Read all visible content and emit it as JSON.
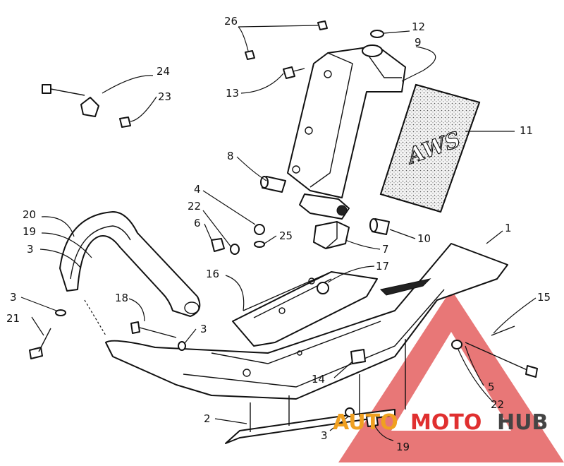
{
  "callouts": {
    "n1": "1",
    "n2": "2",
    "n3a": "3",
    "n3b": "3",
    "n3c": "3",
    "n3d": "3",
    "n4": "4",
    "n5": "5",
    "n6": "6",
    "n7": "7",
    "n8": "8",
    "n9": "9",
    "n10": "10",
    "n11": "11",
    "n12": "12",
    "n13": "13",
    "n14": "14",
    "n15": "15",
    "n16": "16",
    "n17": "17",
    "n18": "18",
    "n19a": "19",
    "n19b": "19",
    "n20": "20",
    "n21": "21",
    "n22a": "22",
    "n22b": "22",
    "n23": "23",
    "n24": "24",
    "n25": "25",
    "n26": "26"
  },
  "decal_text": "AWS",
  "watermark": {
    "word_auto": "AUTO",
    "word_moto": "MOTO",
    "word_hub": "HUB",
    "color_auto": "#f0a020",
    "color_moto": "#e03030",
    "color_hub": "#444444"
  }
}
